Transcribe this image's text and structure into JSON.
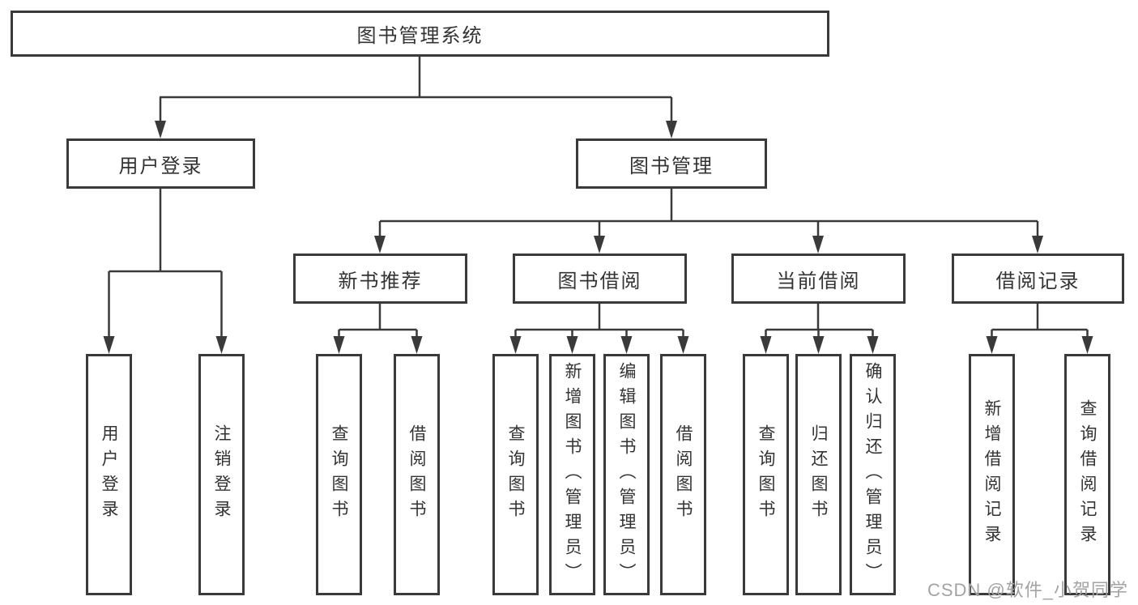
{
  "diagram": {
    "root": {
      "label": "图书管理系统"
    },
    "branches": [
      {
        "label": "用户登录",
        "children": [
          {
            "label": "用户登录"
          },
          {
            "label": "注销登录"
          }
        ]
      },
      {
        "label": "图书管理",
        "children": [
          {
            "label": "新书推荐",
            "children": [
              {
                "label": "查询图书"
              },
              {
                "label": "借阅图书"
              }
            ]
          },
          {
            "label": "图书借阅",
            "children": [
              {
                "label": "查询图书"
              },
              {
                "label": "新增图书（管理员）"
              },
              {
                "label": "编辑图书（管理员）"
              },
              {
                "label": "借阅图书"
              }
            ]
          },
          {
            "label": "当前借阅",
            "children": [
              {
                "label": "查询图书"
              },
              {
                "label": "归还图书"
              },
              {
                "label": "确认归还（管理员）"
              }
            ]
          },
          {
            "label": "借阅记录",
            "children": [
              {
                "label": "新增借阅记录"
              },
              {
                "label": "查询借阅记录"
              }
            ]
          }
        ]
      }
    ]
  },
  "watermark": {
    "text": "CSDN @软件_小贺同学"
  },
  "colors": {
    "line": "#3a3a3a",
    "box_border": "#3a3a3a",
    "text": "#333333",
    "watermark": "#a3a3a3",
    "background": "#ffffff"
  }
}
